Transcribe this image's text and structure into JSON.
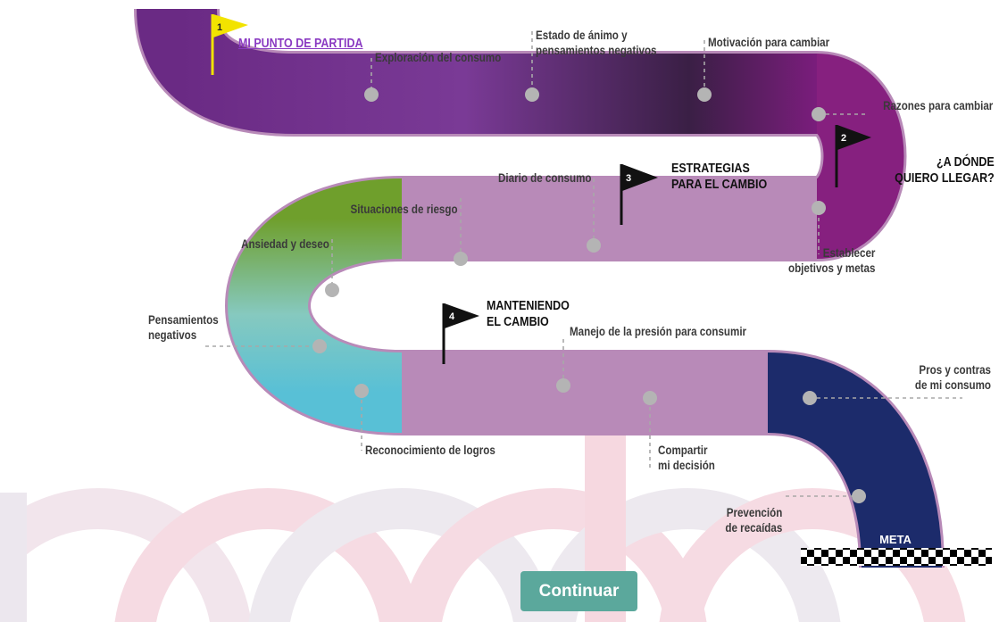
{
  "stages": {
    "start": {
      "number": "1",
      "title": "MI PUNTO DE PARTIDA"
    },
    "goal": {
      "number": "2",
      "title": "¿A DÓNDE\nQUIERO LLEGAR?"
    },
    "strategies": {
      "number": "3",
      "title": "ESTRATEGIAS\nPARA EL CAMBIO"
    },
    "maintaining": {
      "number": "4",
      "title": "MANTENIENDO\nEL CAMBIO"
    }
  },
  "topics": {
    "exploracion": "Exploración del consumo",
    "estado_animo": "Estado de ánimo y\npensamientos negativos",
    "motivacion": "Motivación para cambiar",
    "razones": "Razones para cambiar",
    "objetivos": "Establecer\nobjetivos y metas",
    "diario": "Diario de consumo",
    "situaciones": "Situaciones de riesgo",
    "ansiedad": "Ansiedad y deseo",
    "pensamientos": "Pensamientos\nnegativos",
    "manejo": "Manejo de la presión para consumir",
    "reconocimiento": "Reconocimiento de logros",
    "compartir": "Compartir\nmi decisión",
    "pros_contras": "Pros y contras\nde mi consumo",
    "prevencion": "Prevención\nde recaídas"
  },
  "finish_label": "META",
  "continue_label": "Continuar",
  "colors": {
    "path_purple": "#6f2a86",
    "path_green": "#4e8e2a",
    "path_teal": "#67c7c9",
    "path_navy": "#1c2e73",
    "start_flag": "#f2e300",
    "button": "#5ba89c",
    "watermark": "#f3dbe3"
  }
}
